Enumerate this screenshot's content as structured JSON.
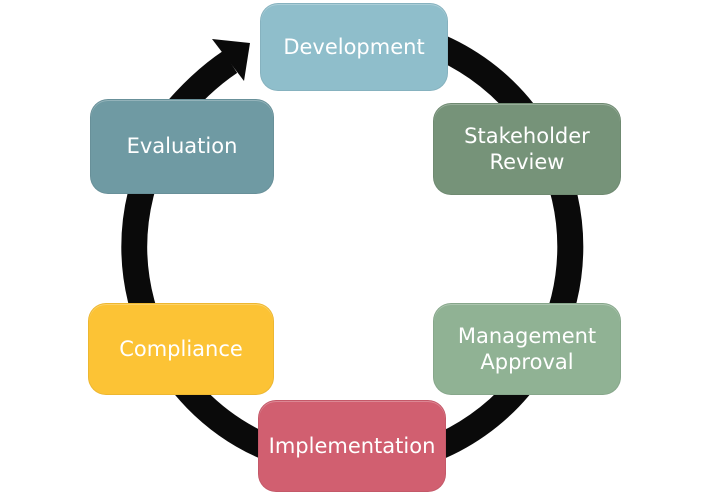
{
  "diagram": {
    "kind": "cycle",
    "direction": "clockwise",
    "background_color": "#ffffff",
    "arrow_color": "#0a0a0a",
    "text_color": "#ffffff",
    "steps": [
      {
        "label": "Development",
        "color": "#8fbecb"
      },
      {
        "label": "Stakeholder Review",
        "color": "#769379"
      },
      {
        "label": "Management Approval",
        "color": "#90b294"
      },
      {
        "label": "Implementation",
        "color": "#d15f70"
      },
      {
        "label": "Compliance",
        "color": "#fcc335"
      },
      {
        "label": "Evaluation",
        "color": "#6f9aa3"
      }
    ]
  }
}
